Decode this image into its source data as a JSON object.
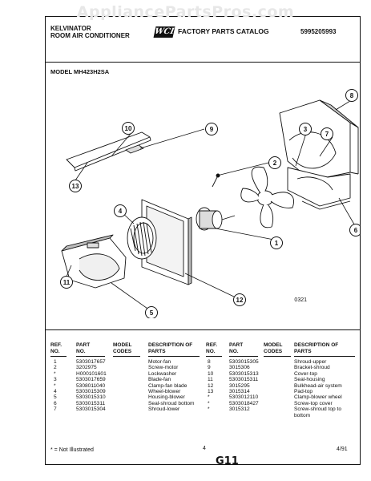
{
  "watermark": "AppliancePartsPros.com",
  "header": {
    "brand": "KELVINATOR",
    "product": "ROOM AIR CONDITIONER",
    "logo": "WCI",
    "catalog_title": "FACTORY PARTS CATALOG",
    "doc_number": "5995205993"
  },
  "model_label": "MODEL MH423H2SA",
  "diagram": {
    "plate_number": "0321",
    "callouts": [
      "1",
      "2",
      "3",
      "4",
      "5",
      "6",
      "7",
      "8",
      "9",
      "10",
      "11",
      "12",
      "13"
    ]
  },
  "parts_table": {
    "headers": {
      "ref": "REF. NO.",
      "part": "PART NO.",
      "model": "MODEL CODES",
      "desc": "DESCRIPTION OF PARTS"
    },
    "left_rows": [
      {
        "ref": "1",
        "part": "5303017657",
        "desc": "Motor-fan"
      },
      {
        "ref": "2",
        "part": "3202975",
        "desc": "Screw-motor"
      },
      {
        "ref": "*",
        "part": "H000101601",
        "desc": "Lockwasher"
      },
      {
        "ref": "3",
        "part": "5303017659",
        "desc": "Blade-fan"
      },
      {
        "ref": "*",
        "part": "5308011040",
        "desc": "Clamp-fan blade"
      },
      {
        "ref": "4",
        "part": "5303015309",
        "desc": "Wheel-blower"
      },
      {
        "ref": "5",
        "part": "5303015310",
        "desc": "Housing-blower"
      },
      {
        "ref": "6",
        "part": "5303015311",
        "desc": "Seal-shroud bottom"
      },
      {
        "ref": "7",
        "part": "5303015304",
        "desc": "Shroud-lower"
      }
    ],
    "right_rows": [
      {
        "ref": "8",
        "part": "5303015305",
        "desc": "Shroud-upper"
      },
      {
        "ref": "9",
        "part": "3015306",
        "desc": "Bracket-shroud"
      },
      {
        "ref": "10",
        "part": "5303015313",
        "desc": "Cover-top"
      },
      {
        "ref": "11",
        "part": "5303015311",
        "desc": "Seal-housing"
      },
      {
        "ref": "12",
        "part": "3015295",
        "desc": "Bulkhead-air system"
      },
      {
        "ref": "13",
        "part": "3015314",
        "desc": "Pad-top"
      },
      {
        "ref": "*",
        "part": "5303012110",
        "desc": "Clamp-blower wheel"
      },
      {
        "ref": "*",
        "part": "5303018427",
        "desc": "Screw-top cover"
      },
      {
        "ref": "*",
        "part": "3015312",
        "desc": "Screw-shroud top to bottom"
      }
    ]
  },
  "footer": {
    "note": "* = Not Illustrated",
    "page": "4",
    "code": "G11",
    "date": "4/91"
  }
}
